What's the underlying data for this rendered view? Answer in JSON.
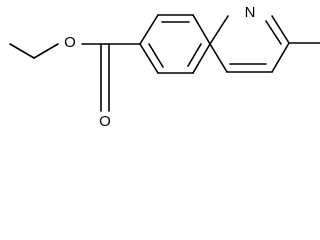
{
  "molecule": {
    "atoms": {
      "nitrogen": "N",
      "ester_oxygen": "O",
      "carbonyl_oxygen": "O"
    }
  }
}
